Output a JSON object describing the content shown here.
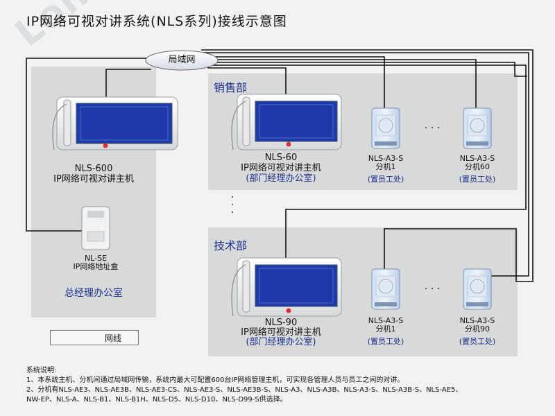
{
  "title": "IP网络可视对讲系统(NLS系列)接线示意图",
  "watermark": "LonBon",
  "network": {
    "label": "局域网"
  },
  "left_panel": {
    "host_model": "NLS-600",
    "host_name": "IP网络可视对讲主机",
    "addr_box_model": "NL-SE",
    "addr_box_name": "IP网络地址盒",
    "room": "总经理办公室"
  },
  "sales": {
    "title": "销售部",
    "host_model": "NLS-60",
    "host_name": "IP网络可视对讲主机",
    "host_location": "(部门经理办公室)",
    "ext1_model": "NLS-A3-S",
    "ext1_name": "分机1",
    "ext1_location": "(置员工处)",
    "ext2_model": "NLS-A3-S",
    "ext2_name": "分机60",
    "ext2_location": "(置员工处)",
    "ellipsis": "· · ·"
  },
  "tech": {
    "title": "技术部",
    "host_model": "NLS-90",
    "host_name": "IP网络可视对讲主机",
    "host_location": "(部门经理办公室)",
    "ext1_model": "NLS-A3-S",
    "ext1_name": "分机1",
    "ext1_location": "(置员工处)",
    "ext2_model": "NLS-A3-S",
    "ext2_name": "分机90",
    "ext2_location": "(置员工处)",
    "ellipsis": "· · ·"
  },
  "vertical_ellipsis": "·\n·\n·",
  "legend": {
    "label": "网线"
  },
  "notes": {
    "heading": "系统说明:",
    "line1": "1、本系统主机、分机间通过局域网传输，系统内最大可配置600台IP网络管理主机，可实现各管理人员与员工之间的对讲。",
    "line2": "2、分机有NLS-AE3、NLS-AE3B、NLS-AE3-CS、NLS-AE3-S、NLS-AE3B-S、NLS-A3、NLS-A3B、NLS-A3-S、NLS-A3B-S、NLS-AE5、",
    "line3": "NW-EP、NLS-A、NLS-B1、NLS-B1H、NLS-D5、NLS-D10、NLS-D99-S供选择。"
  },
  "colors": {
    "panel": "#d8d9d9",
    "cable": "#111111",
    "accent": "#1c2f8e",
    "screen": "#1e3aa8"
  }
}
